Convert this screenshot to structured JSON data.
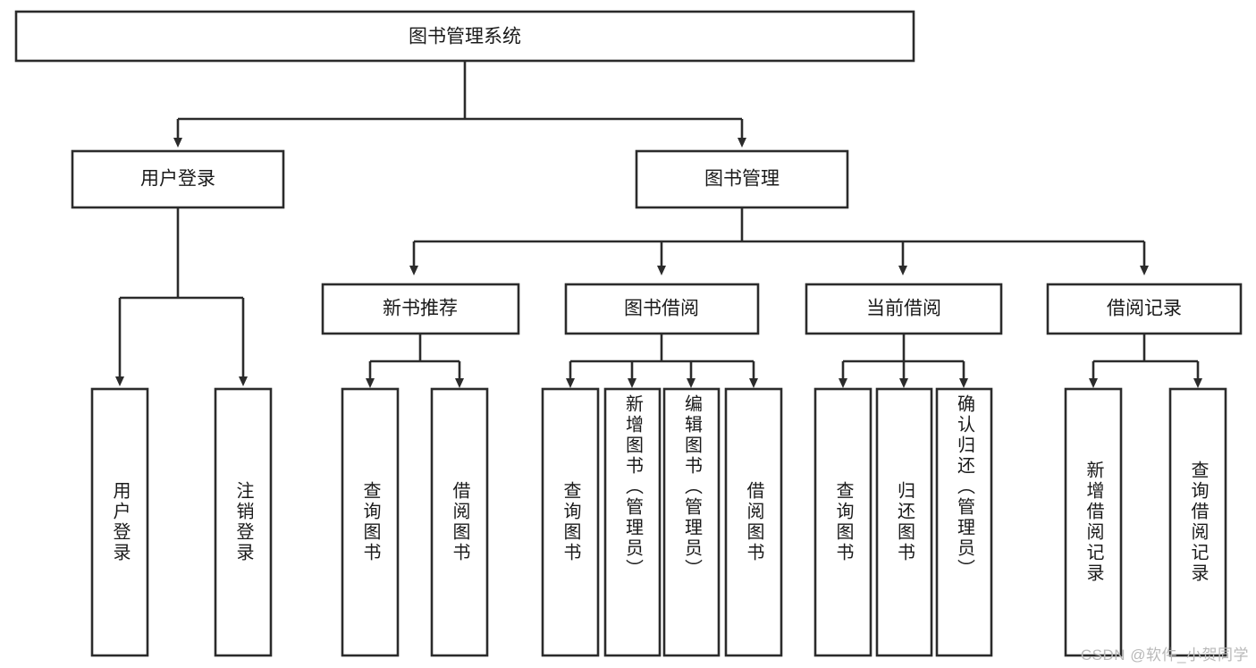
{
  "diagram": {
    "title": "图书管理系统",
    "type": "tree-hierarchy",
    "colors": {
      "stroke": "#2b2b2b",
      "fill": "#ffffff",
      "text": "#1a1a1a",
      "watermark": "#b9b9b9",
      "background": "#ffffff"
    },
    "root": {
      "label": "图书管理系统"
    },
    "level2": [
      {
        "label": "用户登录"
      },
      {
        "label": "图书管理"
      }
    ],
    "level3": [
      {
        "label": "新书推荐"
      },
      {
        "label": "图书借阅"
      },
      {
        "label": "当前借阅"
      },
      {
        "label": "借阅记录"
      }
    ],
    "leaves": {
      "user_login": [
        {
          "label": "用户登录"
        },
        {
          "label": "注销登录"
        }
      ],
      "new_book_recommend": [
        {
          "label": "查询图书"
        },
        {
          "label": "借阅图书"
        }
      ],
      "book_borrow": [
        {
          "label": "查询图书"
        },
        {
          "label": "新增图书（管理员）"
        },
        {
          "label": "编辑图书（管理员）"
        },
        {
          "label": "借阅图书"
        }
      ],
      "current_borrow": [
        {
          "label": "查询图书"
        },
        {
          "label": "归还图书"
        },
        {
          "label": "确认归还（管理员）"
        }
      ],
      "borrow_records": [
        {
          "label": "新增借阅记录"
        },
        {
          "label": "查询借阅记录"
        }
      ]
    },
    "watermark": "CSDN @软件_小贺同学"
  }
}
